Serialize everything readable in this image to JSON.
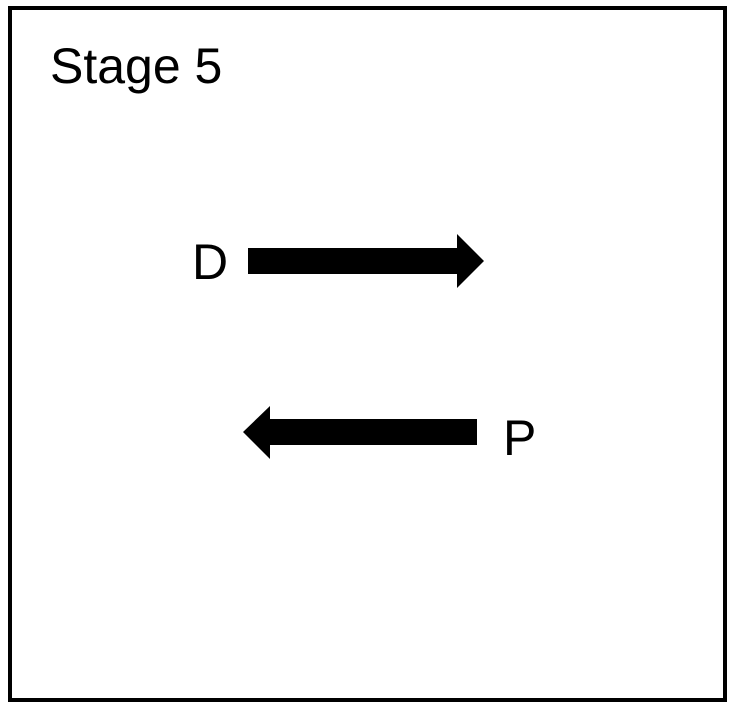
{
  "title": "Stage 5",
  "labels": {
    "top": "D",
    "bottom": "P"
  },
  "arrows": [
    {
      "from": "D",
      "direction": "right"
    },
    {
      "from": "P",
      "direction": "left"
    }
  ],
  "colors": {
    "stroke": "#000000",
    "background": "#ffffff"
  }
}
